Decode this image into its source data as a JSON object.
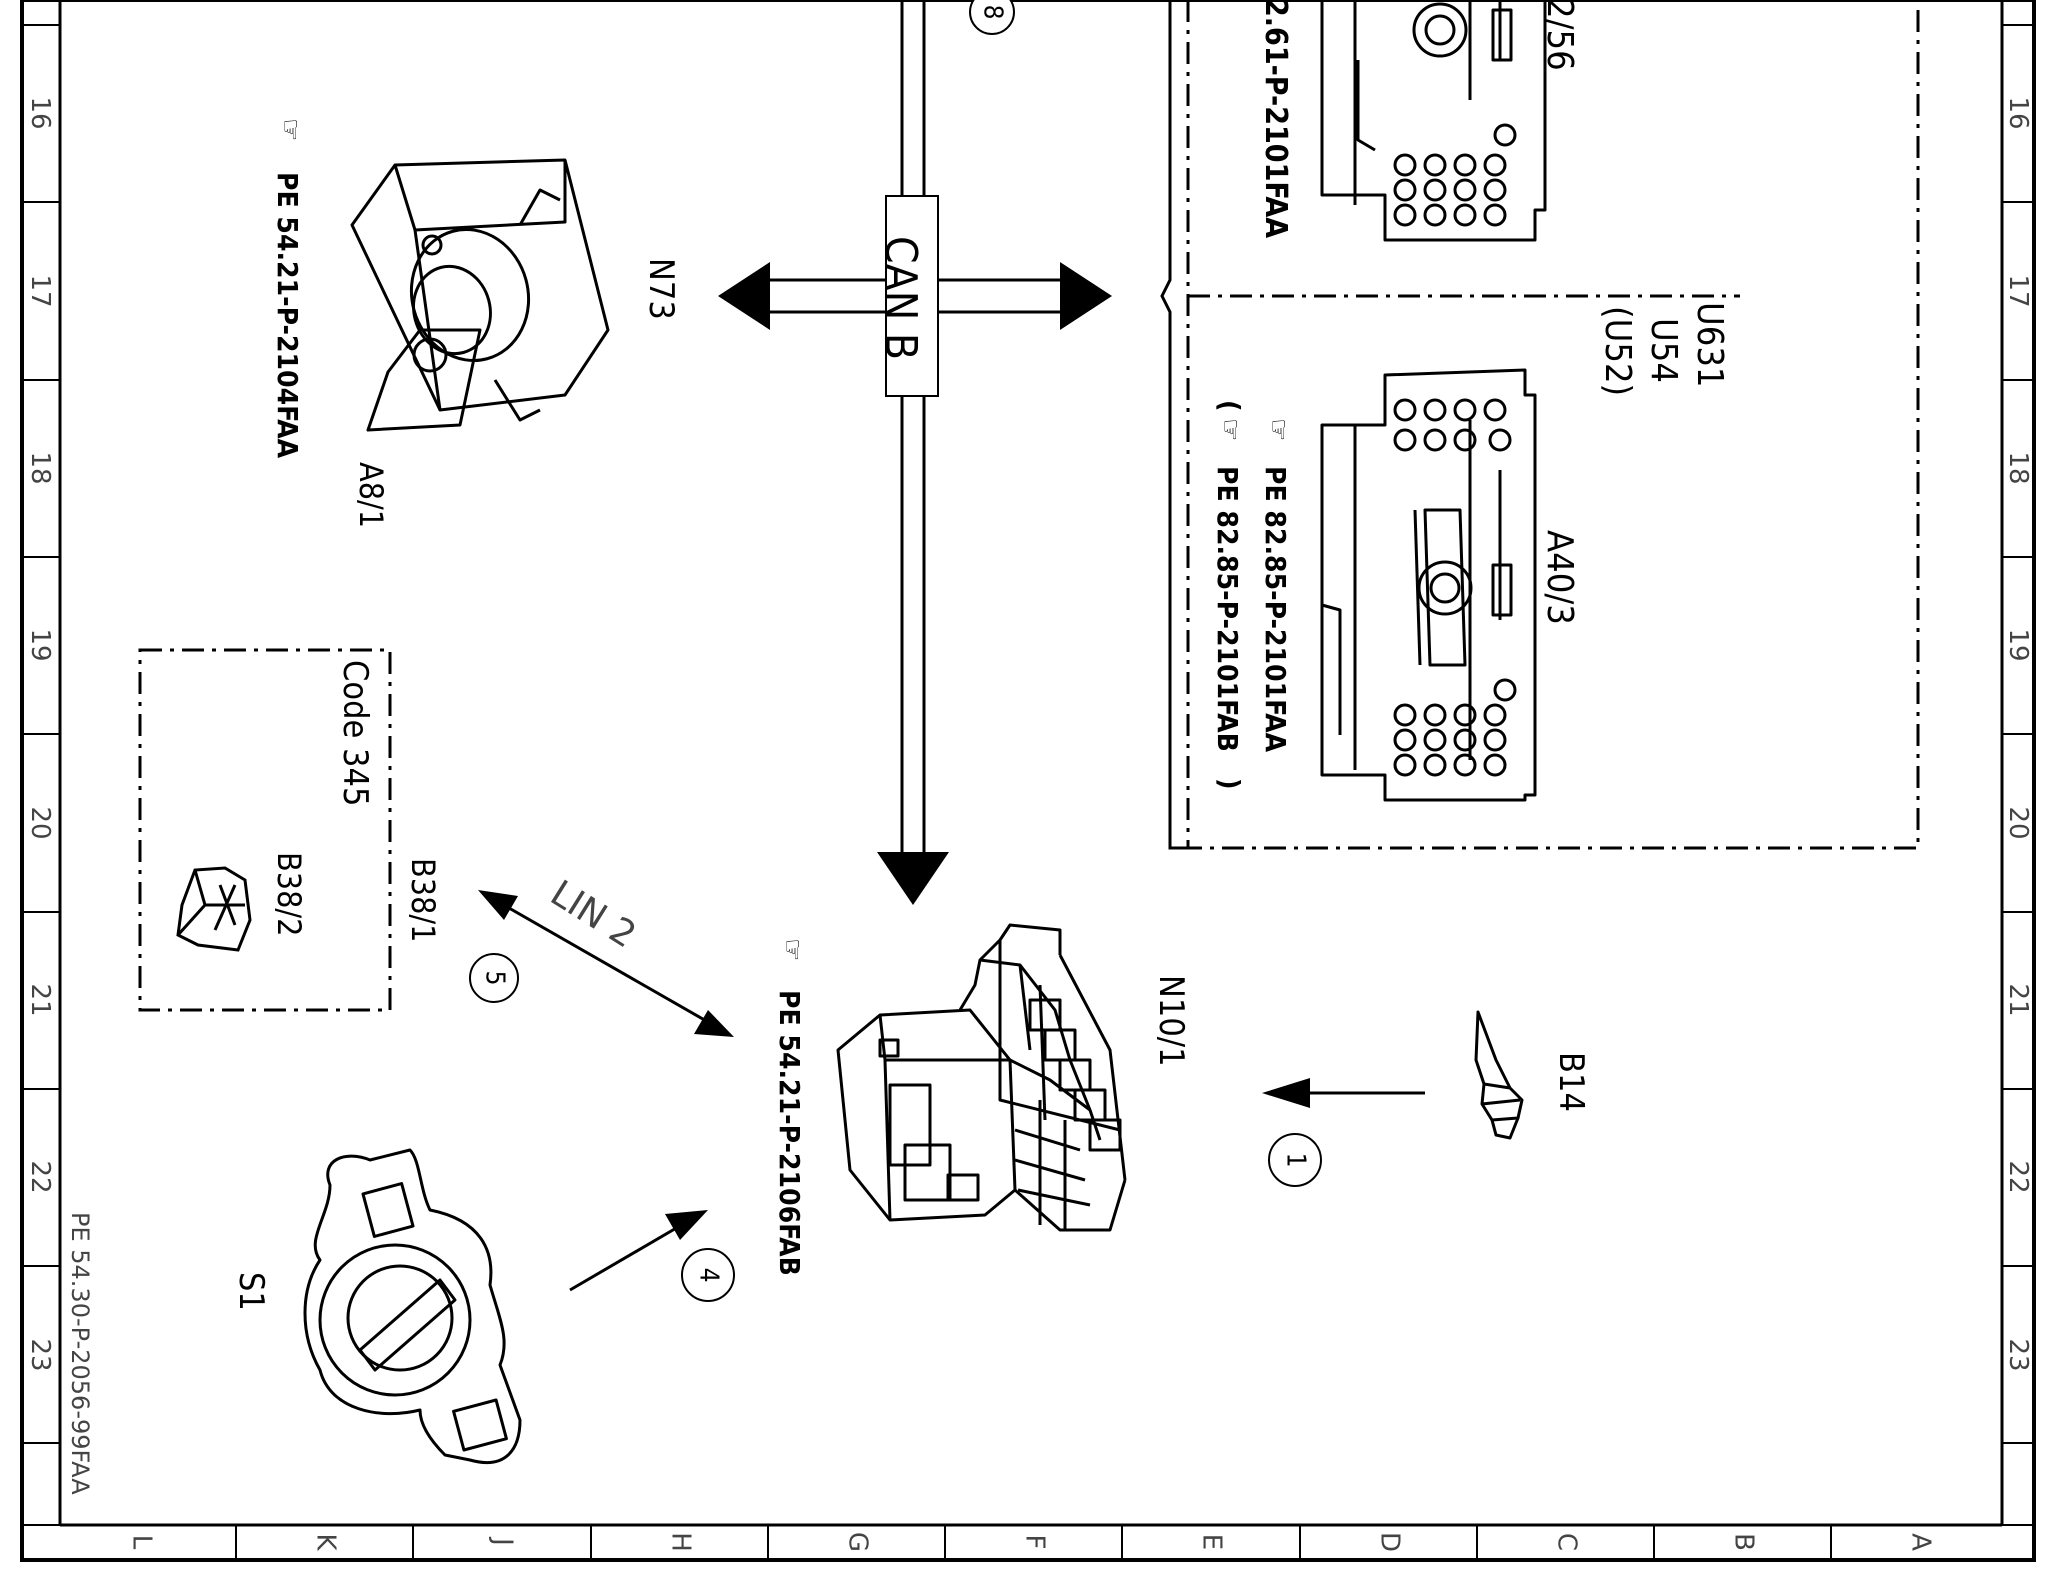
{
  "document_ref": "PE 54.30-P-2056-99FAA",
  "grid": {
    "row_numbers": [
      "16",
      "17",
      "18",
      "19",
      "20",
      "21",
      "22",
      "23"
    ],
    "column_letters": [
      "L",
      "K",
      "J",
      "H",
      "G",
      "F",
      "E",
      "D",
      "C",
      "B",
      "A"
    ]
  },
  "bus": {
    "can_label": "CAN B",
    "lin_label": "LIN 2"
  },
  "components": {
    "a8_1": {
      "code": "A8/1",
      "ref": "PE 54.21-P-2104FAA"
    },
    "n73": {
      "code": "N73"
    },
    "b38_2": {
      "code": "B38/2",
      "group_label": "Code 345"
    },
    "b38_1": {
      "code": "B38/1"
    },
    "n10_1": {
      "code": "N10/1",
      "ref": "PE 54.21-P-2106FAB"
    },
    "b14": {
      "code": "B14"
    },
    "s1": {
      "code": "S1"
    },
    "a40_3": {
      "code": "A40/3",
      "variants": [
        "U631",
        "U54",
        "(U52)"
      ],
      "ref_primary": "PE 82.85-P-2101FAA",
      "ref_secondary": "PE 82.85-P-2101FAB"
    },
    "top_unit": {
      "code_partial": "2/56",
      "ref_partial": "2.61-P-2101FAA"
    }
  },
  "markers": {
    "m1": "1",
    "m4": "4",
    "m5": "5",
    "m8": "8"
  }
}
